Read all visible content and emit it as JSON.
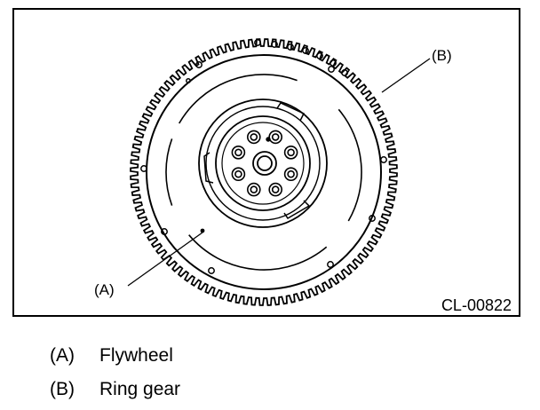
{
  "figure": {
    "id_code": "CL-00822",
    "callouts": {
      "a": "(A)",
      "b": "(B)"
    },
    "colors": {
      "line": "#000000",
      "background": "#ffffff"
    }
  },
  "legend": [
    {
      "key": "(A)",
      "label": "Flywheel"
    },
    {
      "key": "(B)",
      "label": "Ring gear"
    }
  ]
}
